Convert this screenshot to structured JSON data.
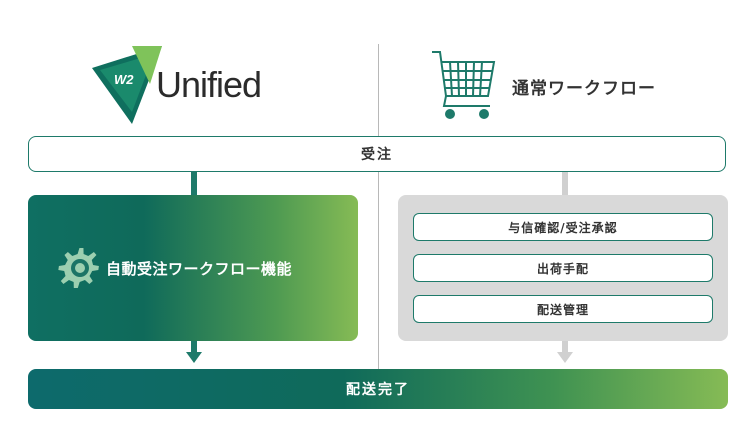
{
  "logo": {
    "badge_text": "W2",
    "wordmark": "Unified"
  },
  "right_header": {
    "title": "通常ワークフロー",
    "icon": "shopping-cart-icon"
  },
  "order": {
    "label": "受注"
  },
  "auto": {
    "label": "自動受注ワークフロー機能",
    "icon": "gear-icon"
  },
  "manual": {
    "steps": [
      {
        "label": "与信確認/受注承認"
      },
      {
        "label": "出荷手配"
      },
      {
        "label": "配送管理"
      }
    ]
  },
  "done": {
    "label": "配送完了"
  },
  "colors": {
    "brand_green": "#1e7a6a",
    "light_green": "#86bb55",
    "gray_panel": "#d9d9d9",
    "gray_arrow": "#d0d0d0"
  }
}
